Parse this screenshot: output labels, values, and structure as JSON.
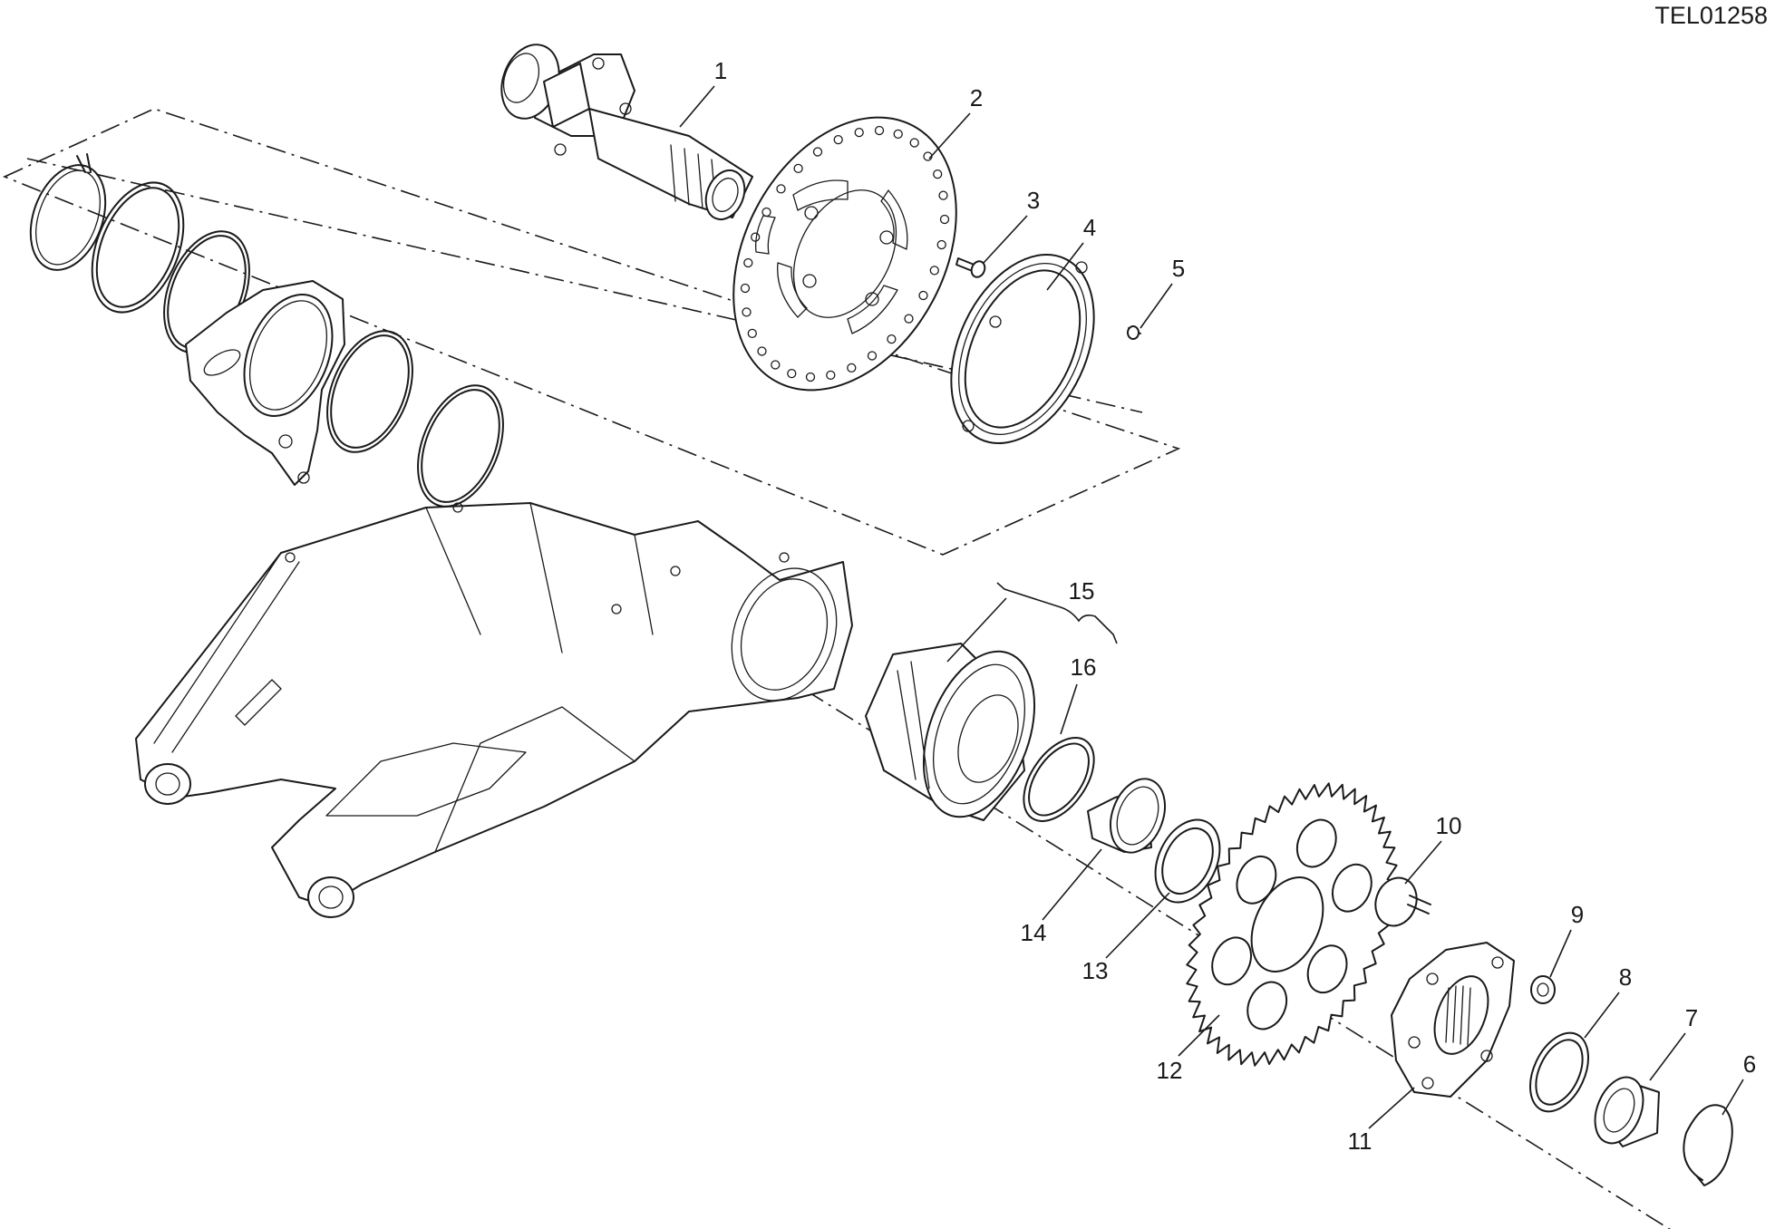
{
  "drawing_code": "TEL01258",
  "callouts": [
    "1",
    "2",
    "3",
    "4",
    "5",
    "6",
    "7",
    "8",
    "9",
    "10",
    "11",
    "12",
    "13",
    "14",
    "15",
    "16"
  ]
}
